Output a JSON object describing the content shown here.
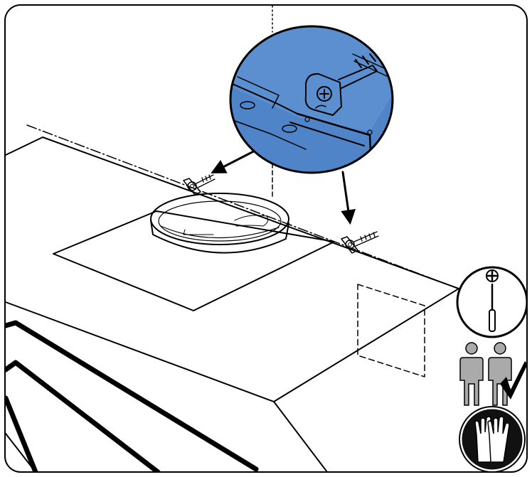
{
  "figure": {
    "kind": "installation-instruction-diagram",
    "colors": {
      "zoom_fill": "#5b8fd0",
      "zoom_fill_light": "#7aa6dc",
      "person_fill": "#aaaaaa",
      "line": "#000000",
      "background": "#ffffff"
    },
    "icons": {
      "zoom_callout": "bracket-screw-detail-icon",
      "tool": "phillips-screwdriver-icon",
      "people": "two-person-lift-icon",
      "check": "checkmark-icon",
      "gloves": "protective-gloves-icon",
      "screws": "wall-anchor-screw-icon",
      "arrows": "arrow-pointer-icon"
    },
    "requirements": {
      "tool": "phillips-screwdriver",
      "persons_required": 2,
      "gloves_required": true
    }
  }
}
